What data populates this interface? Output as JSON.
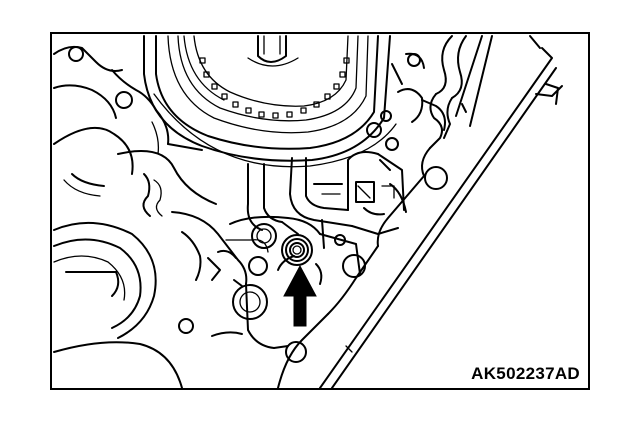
{
  "figure": {
    "code": "AK502237AD",
    "subject": "transmission-case-seal-location",
    "colors": {
      "line": "#000000",
      "background": "#ffffff"
    },
    "indicator": {
      "icon": "arrow-up-icon",
      "points_to": "seal-ring"
    }
  }
}
